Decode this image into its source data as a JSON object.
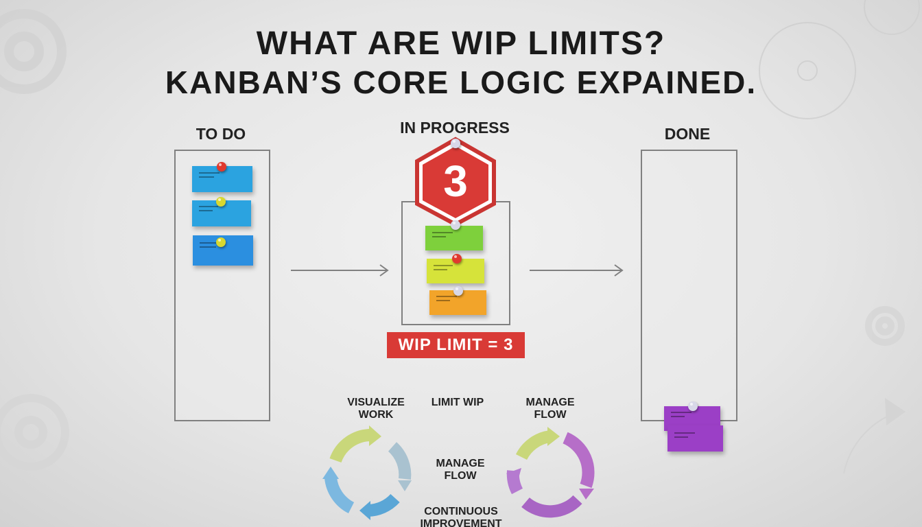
{
  "title": {
    "line1": "WHAT ARE WIP LIMITS?",
    "line2": "KANBAN’S CORE LOGIC EXPAINED."
  },
  "columns": [
    {
      "label": "TO DO"
    },
    {
      "label": "IN PROGRESS"
    },
    {
      "label": "DONE"
    }
  ],
  "wip": {
    "badge_number": "3",
    "limit_label": "WIP LIMIT = 3"
  },
  "flow_labels": {
    "visualize_work": "VISUALIZE\nWORK",
    "limit_wip": "LIMIT WIP",
    "manage_flow_top": "MANAGE\nFLOW",
    "manage_flow_mid": "MANAGE\nFLOW",
    "continuous_improvement": "CONTINUOUS\nIMPROVEMENT"
  },
  "colors": {
    "todo_note": "#2ba3e0",
    "in_progress_note_1": "#7ed03c",
    "in_progress_note_2": "#d6e33a",
    "in_progress_note_3": "#f2a42a",
    "done_note": "#9b3fc6",
    "wip_red": "#d93a36"
  },
  "icons": [
    "gear-icon",
    "arrow-right-icon",
    "cycle-arrows-icon",
    "hexagon-icon",
    "pushpin-icon"
  ]
}
